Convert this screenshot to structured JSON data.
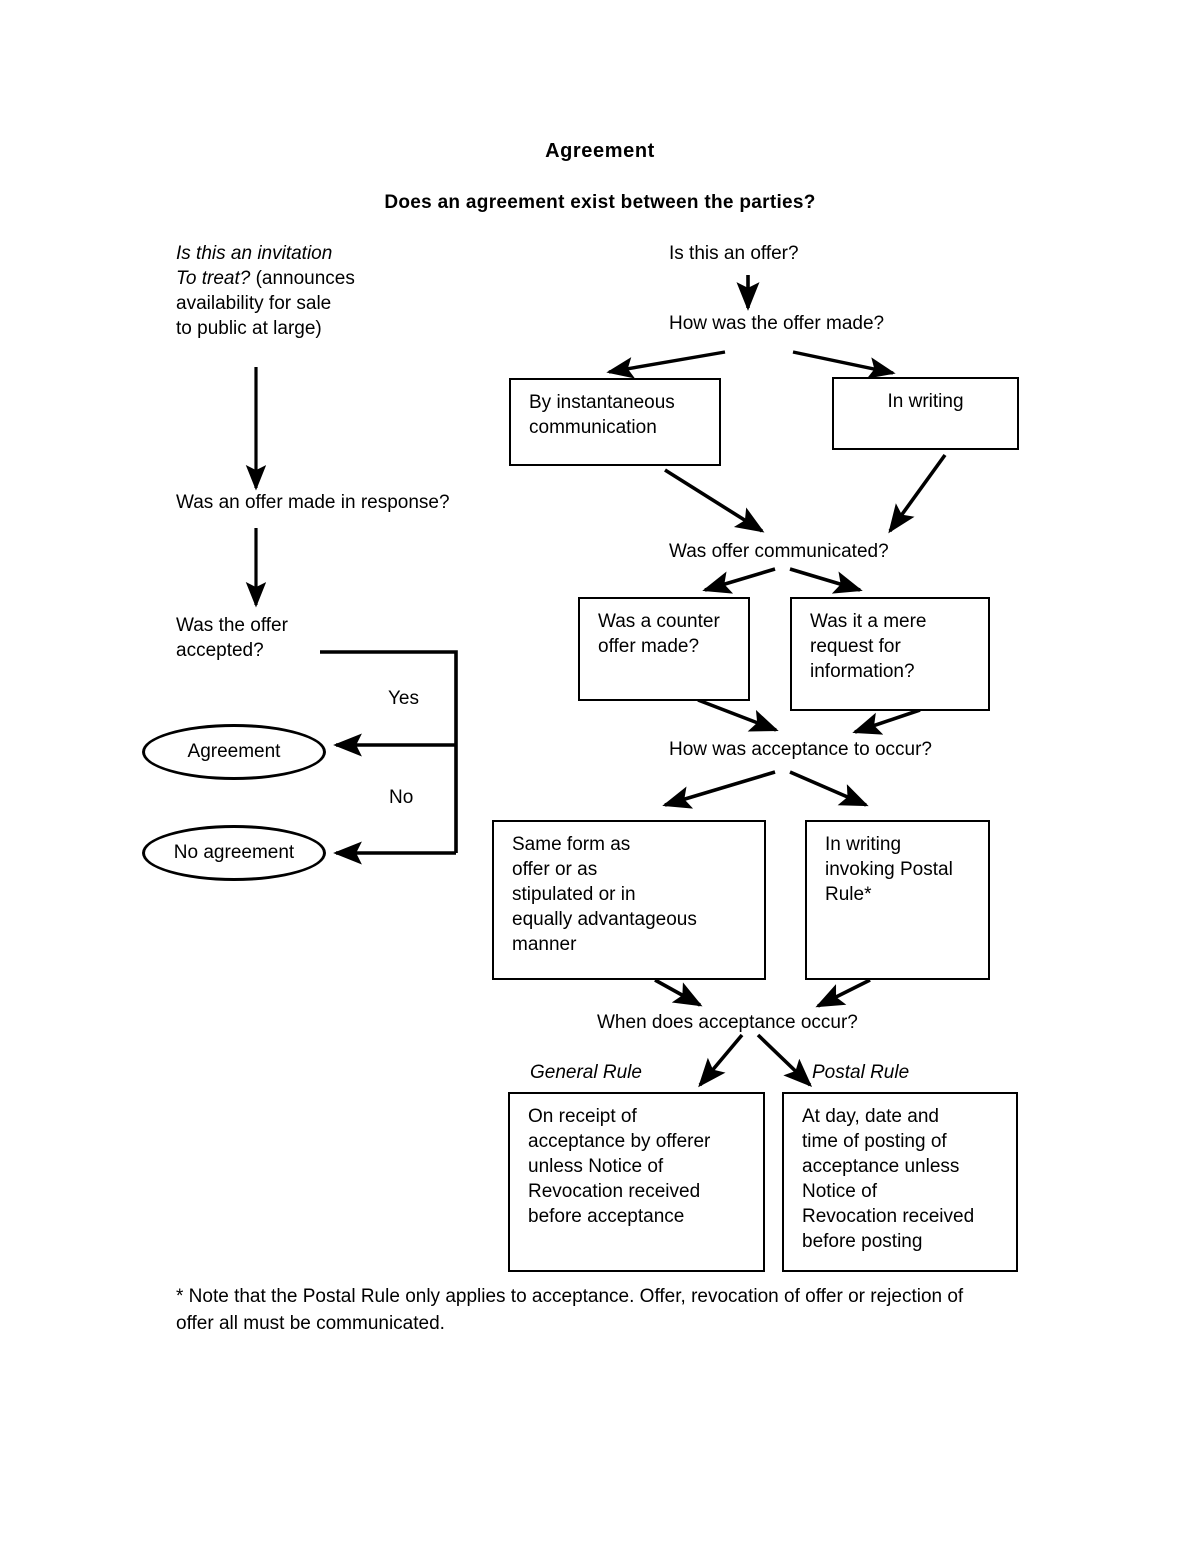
{
  "document": {
    "title_main": "Agreement",
    "title_sub": "Does an agreement exist between the parties?"
  },
  "nodes": {
    "invitation_to_treat": "Is this an invitation",
    "invitation_to_treat_2": "To treat?",
    "invitation_to_treat_3": " (announces\navailability for sale\nto public at large)",
    "is_this_an_offer": "Is this an offer?",
    "how_was_offer_made": "How was the offer made?",
    "by_instantaneous": "By instantaneous\ncommunication",
    "in_writing": "In writing",
    "was_offer_communicated": "Was offer communicated?",
    "was_counter_offer": "Was a counter\noffer made?",
    "mere_request": "Was it a mere\nrequest for\ninformation?",
    "offer_made_in_response": "Was an offer made in response?",
    "was_offer_accepted": "Was the offer\naccepted?",
    "yes_label": "Yes",
    "no_label": "No",
    "agreement_oval": "Agreement",
    "no_agreement_oval": "No agreement",
    "how_acceptance_occur": "How was acceptance to occur?",
    "same_form_as": "Same form as\noffer or as\nstipulated or in\nequally advantageous\nmanner",
    "in_writing_postal": "In writing\ninvoking Postal\nRule*",
    "when_acceptance_occur": "When does acceptance occur?",
    "general_rule_label": "General Rule",
    "postal_rule_label": "Postal Rule",
    "general_rule_box": "On receipt of\nacceptance by offerer\nunless Notice of\nRevocation received\nbefore acceptance",
    "postal_rule_box": "At day, date and\ntime of posting of\nacceptance unless\nNotice of\nRevocation received\nbefore posting"
  },
  "footnote": {
    "text": "* Note that the Postal Rule only applies to acceptance. Offer, revocation of offer or rejection of offer all must be communicated."
  },
  "colors": {
    "ink": "#000000",
    "paper": "#ffffff"
  }
}
